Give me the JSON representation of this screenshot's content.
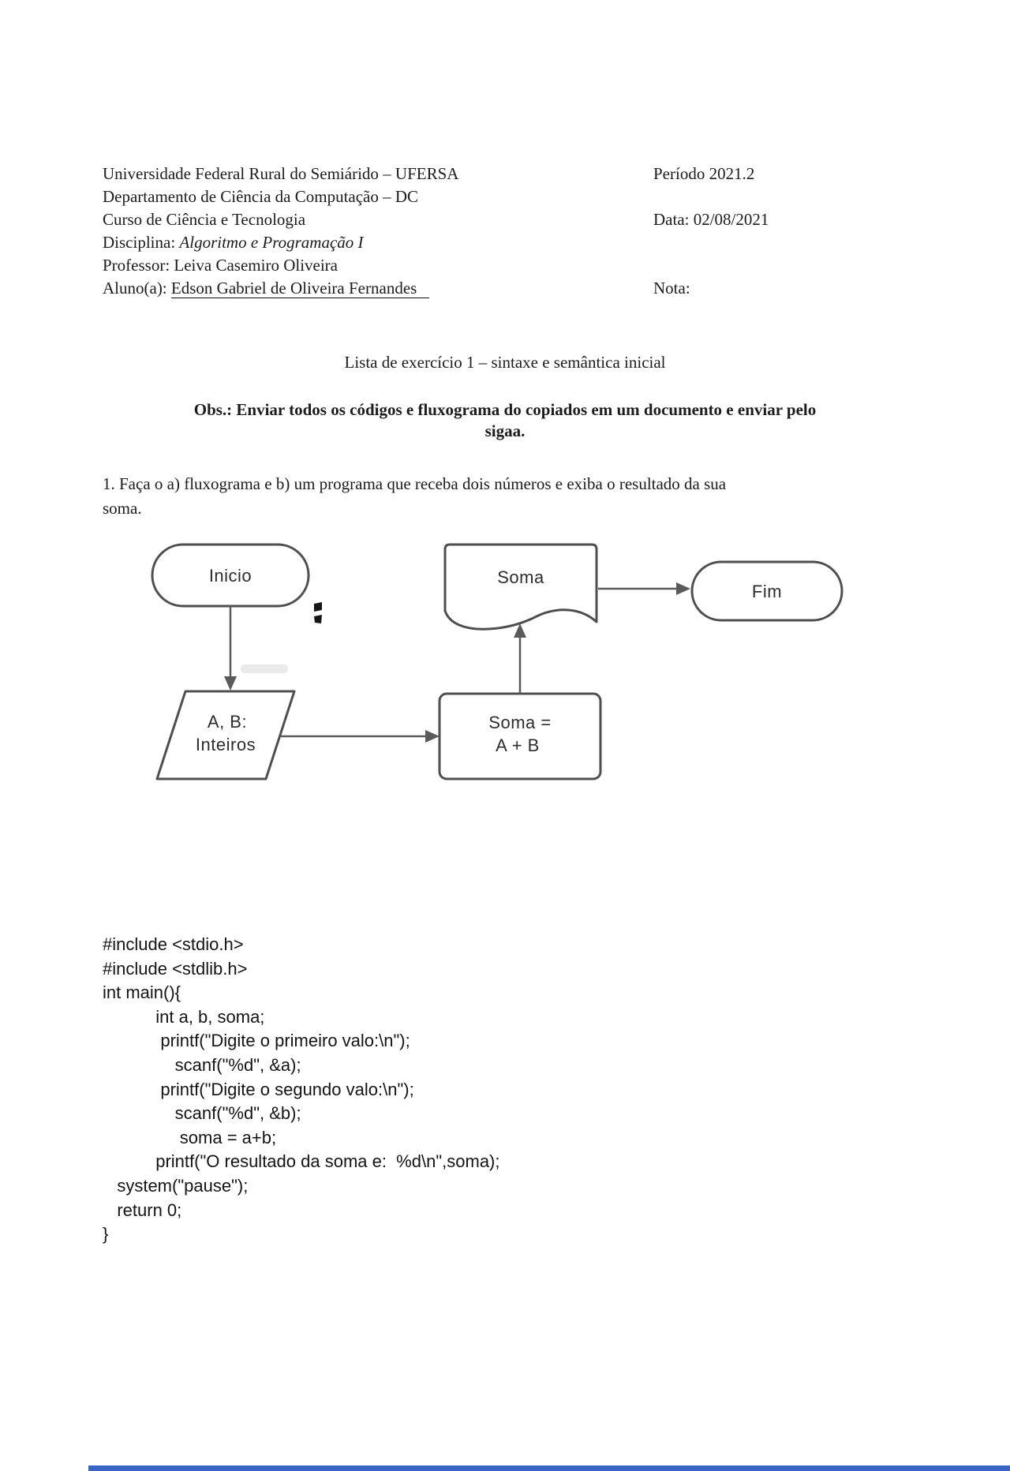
{
  "document": {
    "header": {
      "university": "Universidade Federal Rural do Semiárido – UFERSA",
      "department": "Departamento de Ciência da Computação – DC",
      "course": "Curso de Ciência e Tecnologia",
      "discipline_label": "Disciplina:",
      "discipline": "Algoritmo e Programação I",
      "professor": "Professor: Leiva Casemiro Oliveira",
      "student_label": "Aluno(a):",
      "student_name": "Edson Gabriel de Oliveira Fernandes",
      "period": "Período 2021.2",
      "date": "Data: 02/08/2021",
      "grade_label": "Nota:"
    },
    "title": "Lista de exercício 1 – sintaxe e semântica inicial",
    "note_bold": {
      "line1": "Obs.: Enviar todos os códigos e fluxograma do copiados em um documento e enviar pelo",
      "line2": "sigaa."
    },
    "question": {
      "line1": "1. Faça o a) fluxograma e b) um programa que receba dois números e exiba o resultado da sua",
      "line2": "soma."
    },
    "flowchart": {
      "start_label": "Inicio",
      "input_line1": "A, B:",
      "input_line2": "Inteiros",
      "process_line1": "Soma =",
      "process_line2": "A + B",
      "output_label": "Soma",
      "end_label": "Fim"
    },
    "code": {
      "lines": [
        "#include <stdio.h>",
        "#include <stdlib.h>",
        "int main(){",
        "           int a, b, soma;",
        "            printf(\"Digite o primeiro valo:\\n\");",
        "               scanf(\"%d\", &a);",
        "            printf(\"Digite o segundo valo:\\n\");",
        "               scanf(\"%d\", &b);",
        "                soma = a+b;",
        "           printf(\"O resultado da soma e:  %d\\n\",soma);",
        "   system(\"pause\");",
        "   return 0;",
        "}"
      ]
    },
    "colors": {
      "shape_stroke": "#4f4f4f",
      "arrow": "#5a5a5a",
      "bottom_bar": "#3a63c6"
    }
  }
}
